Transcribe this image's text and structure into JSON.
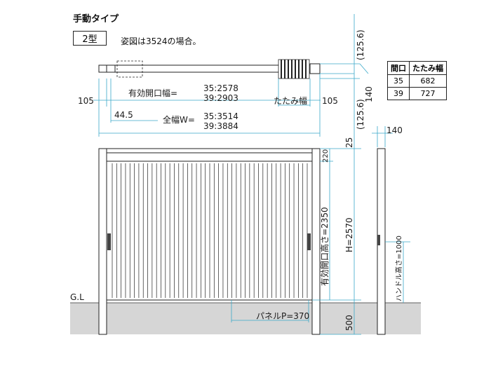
{
  "header": {
    "title": "手動タイプ",
    "model": "2型",
    "note": "姿図は3524の場合。"
  },
  "plan_view": {
    "dim_left": "105",
    "dim_right": "105",
    "dim_offset": "44.5",
    "effective_width_label": "有効開口幅=",
    "effective_width_35": "35:2578",
    "effective_width_39": "39:2903",
    "fold_label": "たたみ幅",
    "total_width_label": "全幅W=",
    "total_width_35": "35:3514",
    "total_width_39": "39:3884",
    "dim_top_right": "(125.6)",
    "dim_bottom_right": "(125.6)",
    "dim_depth": "140"
  },
  "fold_table": {
    "headers": [
      "間口",
      "たたみ幅"
    ],
    "rows": [
      [
        "35",
        "682"
      ],
      [
        "39",
        "727"
      ]
    ]
  },
  "elevation": {
    "dim_top": "25",
    "dim_220": "220",
    "effective_height": "有効開口高さ=2350",
    "total_height": "H=2570",
    "ground_label": "G.L",
    "embed_depth": "500",
    "panel_pitch": "パネルP=370"
  },
  "side_view": {
    "dim_width": "140",
    "handle_height": "ハンドル高さ=1000"
  }
}
